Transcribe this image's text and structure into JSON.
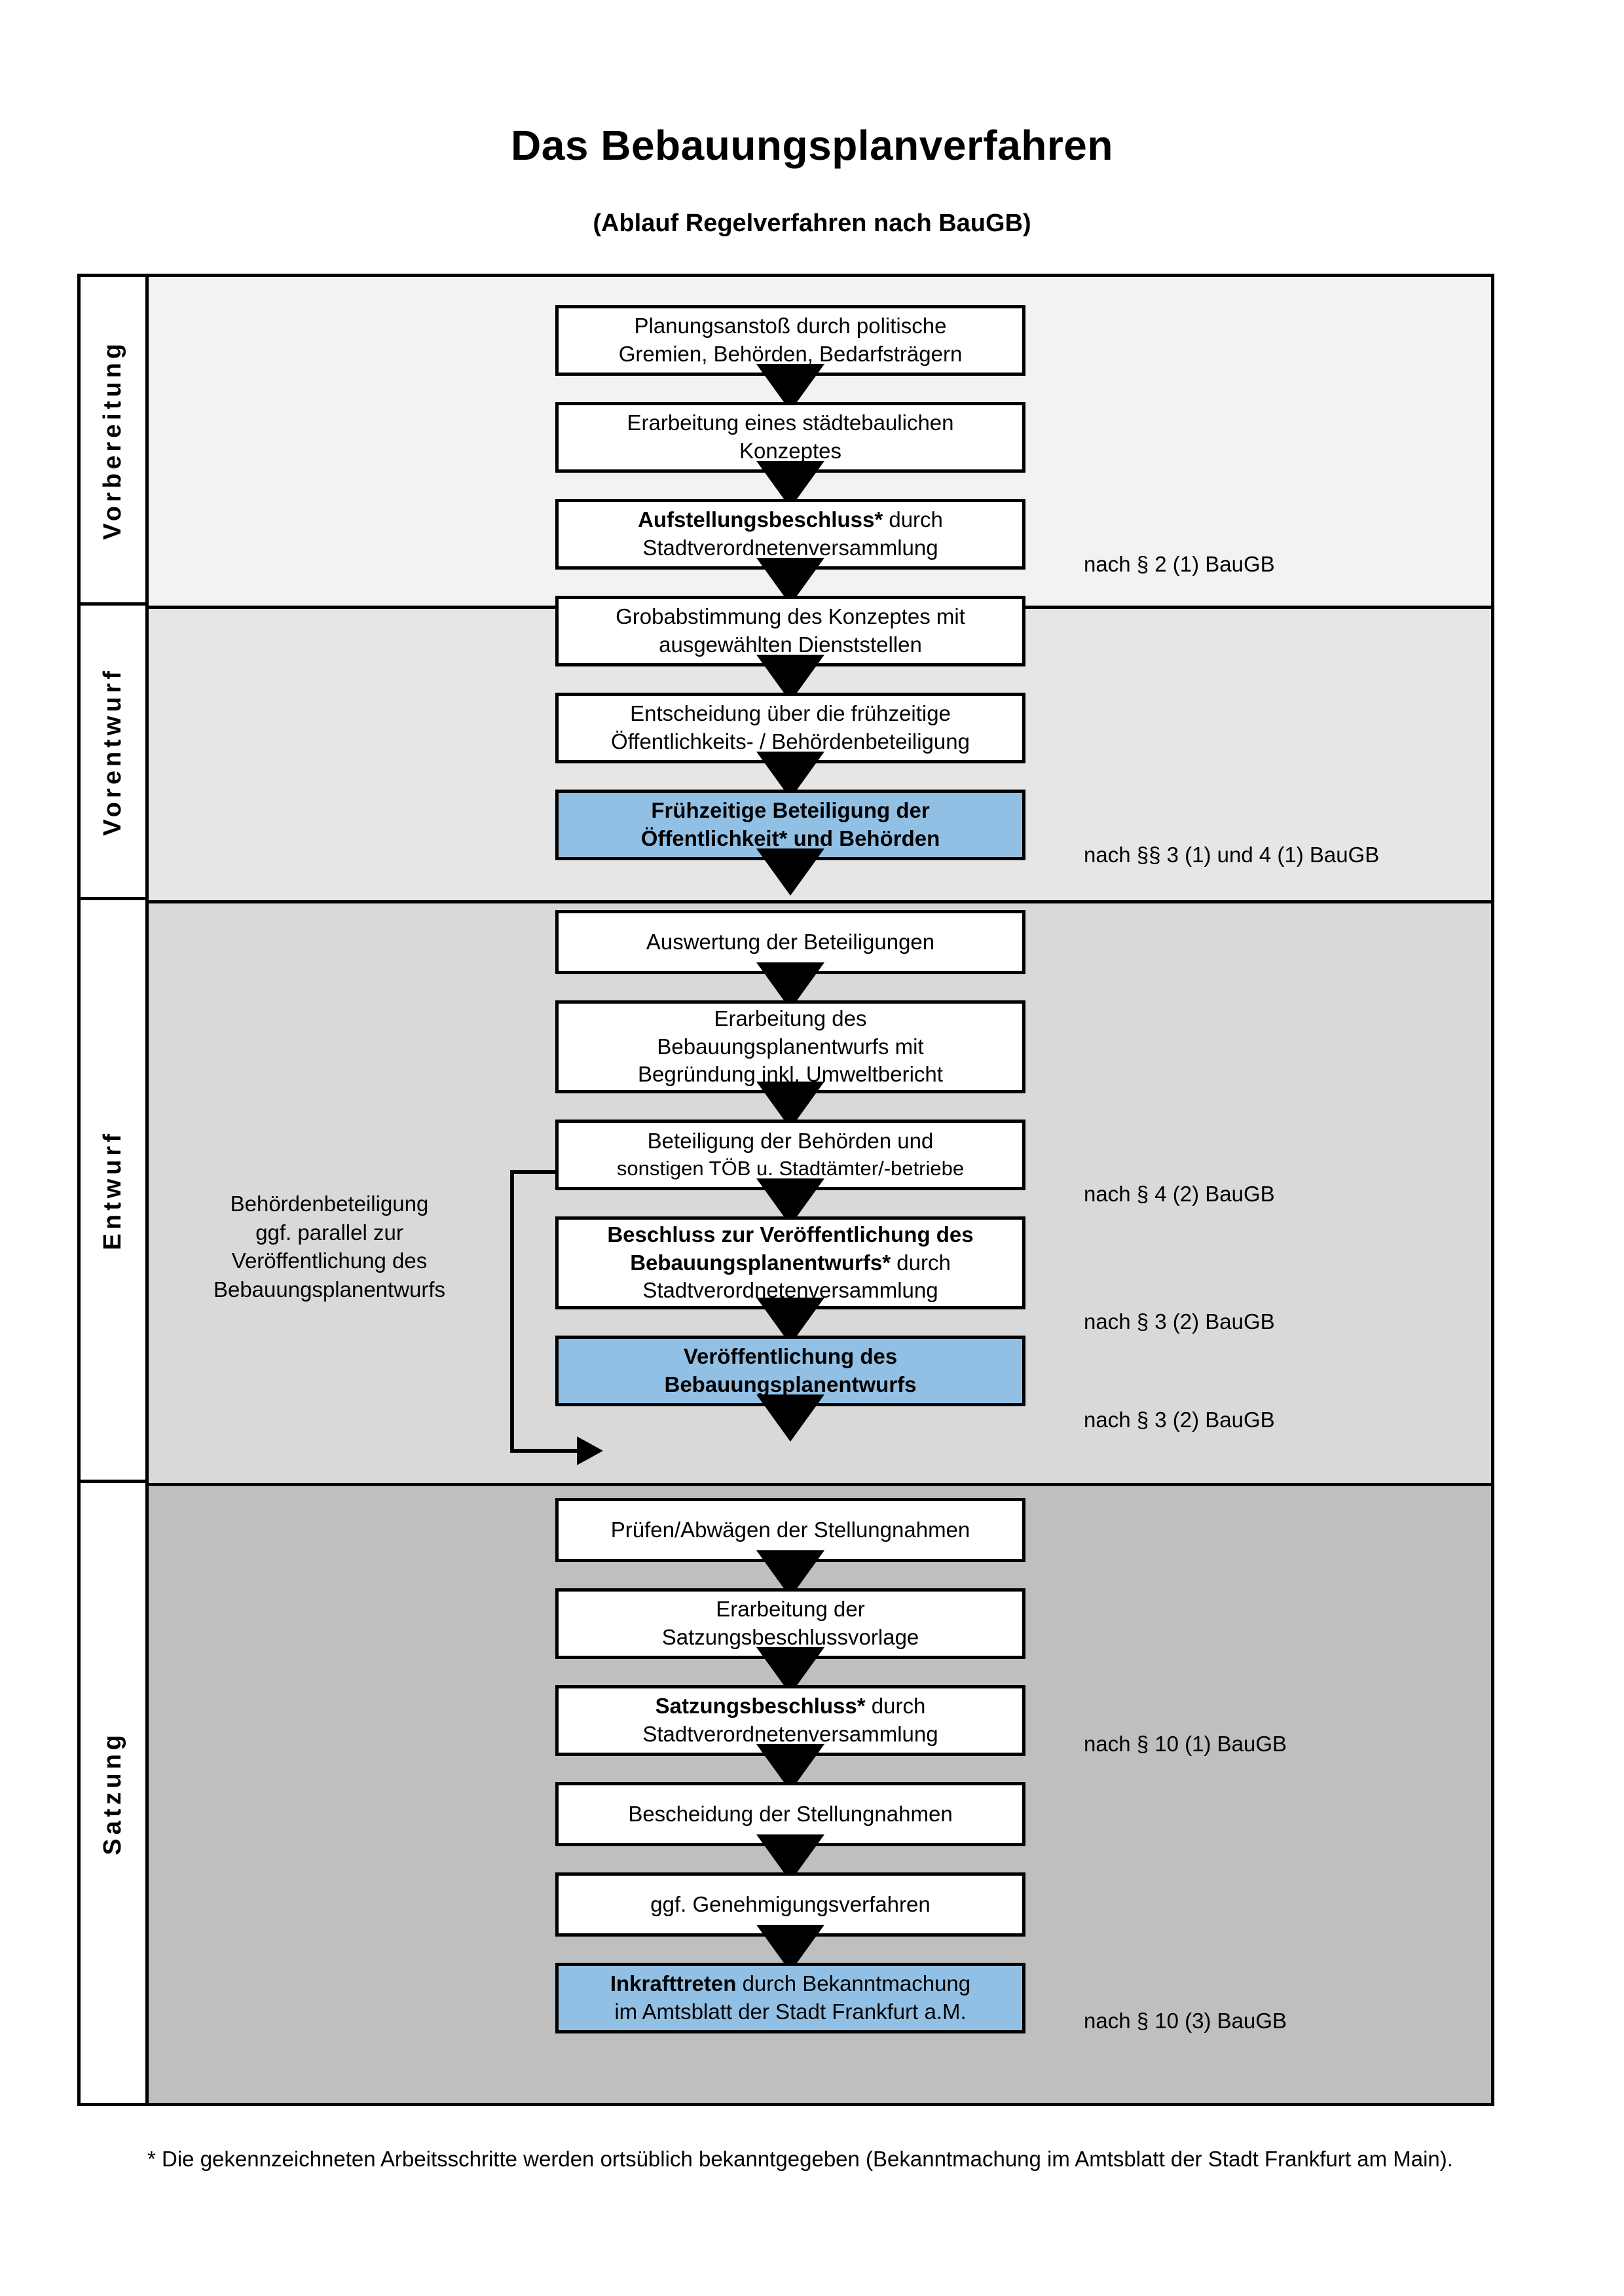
{
  "header": {
    "title": "Das Bebauungsplanverfahren",
    "subtitle": "(Ablauf Regelverfahren nach BauGB)"
  },
  "phases": [
    {
      "id": "vorbereitung",
      "label": "Vorbereitung"
    },
    {
      "id": "vorentwurf",
      "label": "Vorentwurf"
    },
    {
      "id": "entwurf",
      "label": "Entwurf"
    },
    {
      "id": "satzung",
      "label": "Satzung"
    }
  ],
  "flow": {
    "steps": [
      {
        "id": "planungsanstoss",
        "phase": "vorbereitung",
        "highlight": false,
        "lines": [
          {
            "text": "Planungsanstoß durch politische",
            "bold": false
          },
          {
            "text": "Gremien, Behörden, Bedarfsträgern",
            "bold": false
          }
        ]
      },
      {
        "id": "staedtebauliches-konzept",
        "phase": "vorbereitung",
        "highlight": false,
        "lines": [
          {
            "text": "Erarbeitung eines städtebaulichen",
            "bold": false
          },
          {
            "text": "Konzeptes",
            "bold": false
          }
        ]
      },
      {
        "id": "aufstellungsbeschluss",
        "phase": "vorbereitung",
        "highlight": false,
        "lines": [
          {
            "text": "Aufstellungsbeschluss*",
            "bold": true,
            "suffix": " durch"
          },
          {
            "text": "Stadtverordnetenversammlung",
            "bold": false
          }
        ]
      },
      {
        "id": "grobabstimmung",
        "phase": "vorentwurf",
        "highlight": false,
        "lines": [
          {
            "text": "Grobabstimmung des Konzeptes mit",
            "bold": false
          },
          {
            "text": "ausgewählten Dienststellen",
            "bold": false
          }
        ]
      },
      {
        "id": "entscheidung-fruehzeitige-beteiligung",
        "phase": "vorentwurf",
        "highlight": false,
        "lines": [
          {
            "text": "Entscheidung über die frühzeitige",
            "bold": false
          },
          {
            "text": "Öffentlichkeits- / Behördenbeteiligung",
            "bold": false
          }
        ]
      },
      {
        "id": "fruehzeitige-beteiligung",
        "phase": "vorentwurf",
        "highlight": true,
        "lines": [
          {
            "text": "Frühzeitige Beteiligung der",
            "bold": true
          },
          {
            "text": "Öffentlichkeit* und Behörden",
            "bold": true
          }
        ]
      },
      {
        "id": "auswertung-beteiligungen",
        "phase": "entwurf",
        "highlight": false,
        "lines": [
          {
            "text": "Auswertung der Beteiligungen",
            "bold": false
          }
        ]
      },
      {
        "id": "erarbeitung-bebauungsplanentwurf",
        "phase": "entwurf",
        "highlight": false,
        "lines": [
          {
            "text": "Erarbeitung des",
            "bold": false
          },
          {
            "text": "Bebauungsplanentwurfs mit",
            "bold": false
          },
          {
            "text": "Begründung inkl. Umweltbericht",
            "bold": false
          }
        ]
      },
      {
        "id": "beteiligung-behoerden-toeb",
        "phase": "entwurf",
        "highlight": false,
        "lines": [
          {
            "text": "Beteiligung der Behörden und",
            "bold": false
          },
          {
            "text": "sonstigen TÖB u. Stadtämter/-betriebe",
            "bold": false
          }
        ]
      },
      {
        "id": "beschluss-veroeffentlichung",
        "phase": "entwurf",
        "highlight": false,
        "lines": [
          {
            "text": "Beschluss zur Veröffentlichung des",
            "bold": true
          },
          {
            "text": "Bebauungsplanentwurfs*",
            "bold": true,
            "suffix": " durch"
          },
          {
            "text": "Stadtverordnetenversammlung",
            "bold": false
          }
        ]
      },
      {
        "id": "veroeffentlichung-entwurf",
        "phase": "entwurf",
        "highlight": true,
        "lines": [
          {
            "text": "Veröffentlichung des",
            "bold": true
          },
          {
            "text": "Bebauungsplanentwurfs",
            "bold": true
          }
        ]
      },
      {
        "id": "pruefen-abwaegen",
        "phase": "satzung",
        "highlight": false,
        "lines": [
          {
            "text": "Prüfen/Abwägen der Stellungnahmen",
            "bold": false
          }
        ]
      },
      {
        "id": "erarbeitung-satzungsbeschlussvorlage",
        "phase": "satzung",
        "highlight": false,
        "lines": [
          {
            "text": "Erarbeitung der",
            "bold": false
          },
          {
            "text": "Satzungsbeschlussvorlage",
            "bold": false
          }
        ]
      },
      {
        "id": "satzungsbeschluss",
        "phase": "satzung",
        "highlight": false,
        "lines": [
          {
            "text": "Satzungsbeschluss*",
            "bold": true,
            "suffix": " durch"
          },
          {
            "text": "Stadtverordnetenversammlung",
            "bold": false
          }
        ]
      },
      {
        "id": "bescheidung-stellungnahmen",
        "phase": "satzung",
        "highlight": false,
        "lines": [
          {
            "text": "Bescheidung der Stellungnahmen",
            "bold": false
          }
        ]
      },
      {
        "id": "genehmigungsverfahren",
        "phase": "satzung",
        "highlight": false,
        "lines": [
          {
            "text": "ggf. Genehmigungsverfahren",
            "bold": false
          }
        ]
      },
      {
        "id": "inkrafttreten",
        "phase": "satzung",
        "highlight": true,
        "lines": [
          {
            "text": "Inkrafttreten",
            "bold": true,
            "suffix": " durch Bekanntmachung"
          },
          {
            "text": "im Amtsblatt der Stadt Frankfurt a.M.",
            "bold": false
          }
        ]
      }
    ]
  },
  "side_note": {
    "lines": [
      "Behördenbeteiligung",
      "ggf. parallel zur",
      "Veröffentlichung des",
      "Bebauungsplanentwurfs"
    ]
  },
  "law_refs": [
    {
      "id": "ref-2-1",
      "text": "nach § 2 (1) BauGB"
    },
    {
      "id": "ref-3-1-4-1",
      "text": "nach §§ 3 (1) und 4 (1) BauGB"
    },
    {
      "id": "ref-4-2",
      "text": "nach § 4 (2) BauGB"
    },
    {
      "id": "ref-3-2-a",
      "text": "nach § 3 (2) BauGB"
    },
    {
      "id": "ref-3-2-b",
      "text": "nach § 3 (2) BauGB"
    },
    {
      "id": "ref-10-1",
      "text": "nach § 10 (1) BauGB"
    },
    {
      "id": "ref-10-3",
      "text": "nach § 10 (3) BauGB"
    }
  ],
  "footnote": {
    "text": "* Die gekennzeichneten Arbeitsschritte werden ortsüblich bekanntgegeben (Bekanntmachung im Amtsblatt  der Stadt Frankfurt am Main)."
  },
  "colors": {
    "highlight_box": "#92c0e4",
    "band_vorbereitung": "#f2f2f2",
    "band_vorentwurf": "#e6e6e6",
    "band_entwurf": "#d9d9d9",
    "band_satzung": "#bfbfbf",
    "stroke": "#000000"
  }
}
